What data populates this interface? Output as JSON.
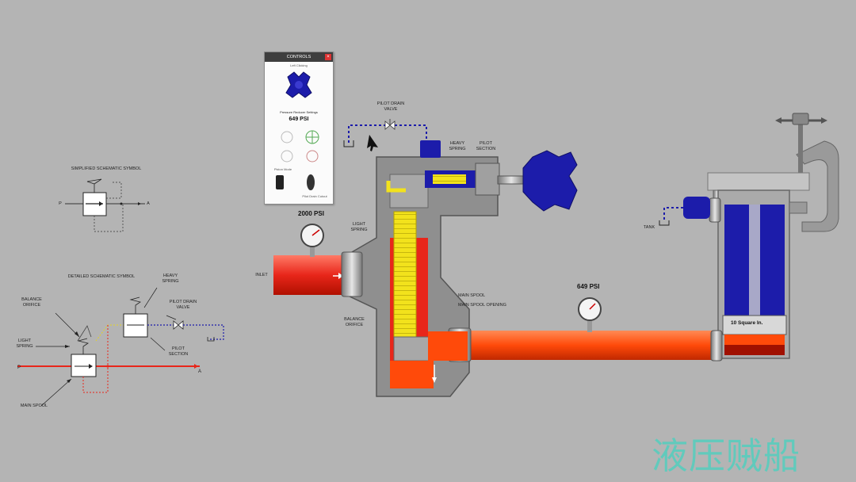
{
  "controls": {
    "title": "CONTROLS",
    "close": "×",
    "top_caption": "Left Clicking",
    "setting_caption": "Pressure Reducer Settings",
    "pressure": "649 PSI",
    "opt_a": "Piston Mode",
    "opt_b": "Pilot Drain Cutout"
  },
  "simplified": {
    "title": "SIMPLIFIED SCHEMATIC SYMBOL",
    "port_p": "P",
    "port_a": "A"
  },
  "detailed": {
    "title": "DETAILED SCHEMATIC SYMBOL",
    "heavy_spring": "HEAVY\nSPRING",
    "pilot_drain_valve": "PILOT DRAIN\nVALVE",
    "balance_orifice": "BALANCE\nORIFICE",
    "light_spring": "LIGHT\nSPRING",
    "pilot_section": "PILOT\nSECTION",
    "main_spool": "MAIN SPOOL",
    "port_p": "P",
    "port_a": "A"
  },
  "valve": {
    "pilot_drain_valve": "PILOT DRAIN\nVALVE",
    "heavy_spring": "HEAVY\nSPRING",
    "pilot_section": "PILOT\nSECTION",
    "light_spring": "LIGHT\nSPRING",
    "main_spool": "MAIN SPOOL",
    "main_spool_opening": "MAIN SPOOL OPENING",
    "balance_orifice": "BALANCE\nORIFICE",
    "inlet": "INLET",
    "inlet_pressure": "2000 PSI",
    "outlet_pressure": "649 PSI",
    "tank": "TANK",
    "cylinder_area": "10 Square In."
  },
  "colors": {
    "high_pressure": "#e8261a",
    "reduced_pressure": "#ff4a0a",
    "pilot": "#f2e21c",
    "tank_line": "#1c1caa",
    "body": "#8f8f8f"
  },
  "watermark": "液压贼船"
}
